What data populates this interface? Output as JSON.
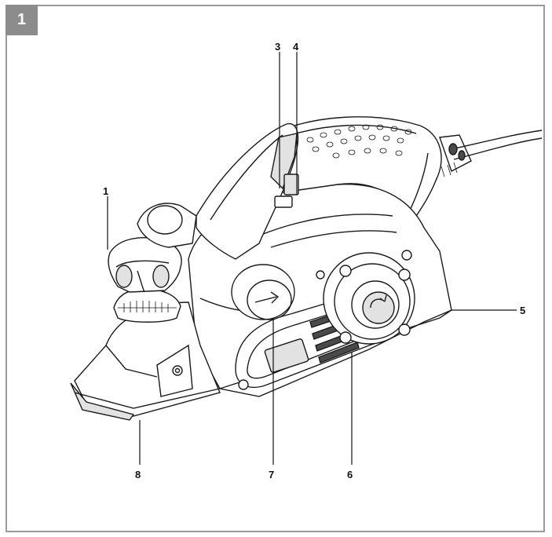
{
  "figure": {
    "badge": "1"
  },
  "callouts": [
    {
      "id": "1",
      "label": "1"
    },
    {
      "id": "3",
      "label": "3"
    },
    {
      "id": "4",
      "label": "4"
    },
    {
      "id": "5",
      "label": "5"
    },
    {
      "id": "6",
      "label": "6"
    },
    {
      "id": "7",
      "label": "7"
    },
    {
      "id": "8",
      "label": "8"
    }
  ],
  "colors": {
    "frame": "#9a9a9a",
    "badge_bg": "#8c8c8c",
    "badge_text": "#ffffff",
    "line": "#1a1a1a",
    "shade": "#e2e2e2"
  }
}
